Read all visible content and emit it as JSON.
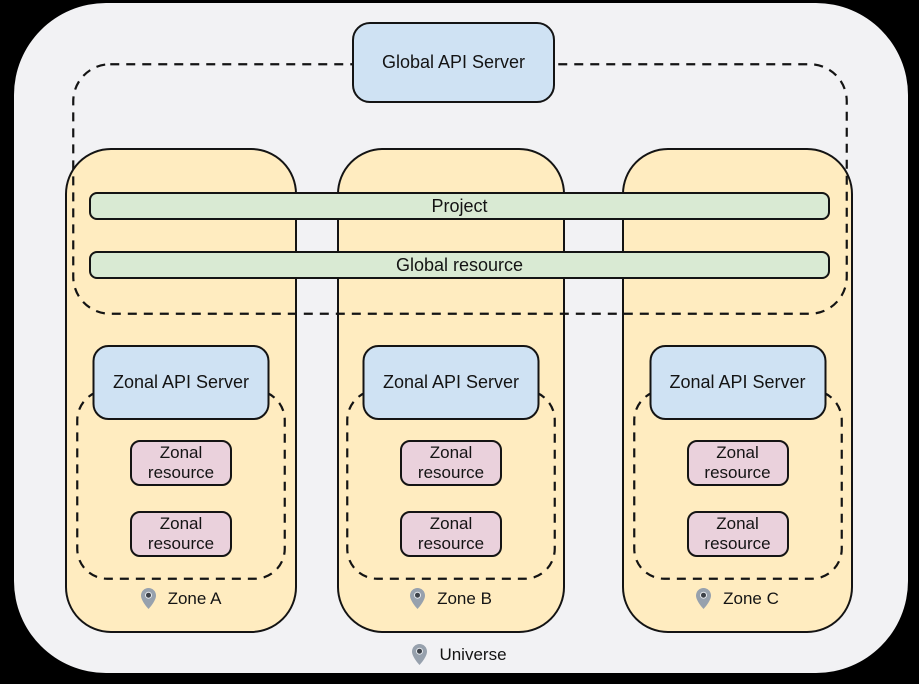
{
  "diagram": {
    "global_api_server_label": "Global API Server",
    "project_label": "Project",
    "global_resource_label": "Global resource",
    "universe_label": "Universe",
    "zones": [
      {
        "label": "Zone A",
        "api_server_label": "Zonal API Server",
        "resources": [
          "Zonal resource",
          "Zonal resource"
        ]
      },
      {
        "label": "Zone B",
        "api_server_label": "Zonal API Server",
        "resources": [
          "Zonal resource",
          "Zonal resource"
        ]
      },
      {
        "label": "Zone C",
        "api_server_label": "Zonal API Server",
        "resources": [
          "Zonal resource",
          "Zonal resource"
        ]
      }
    ],
    "icons": {
      "zone_marker": "location-pin-icon",
      "universe_marker": "location-pin-icon"
    },
    "colors": {
      "page_background": "#000000",
      "canvas_fill": "#f2f2f4",
      "zone_fill": "#ffecc0",
      "api_server_fill": "#cfe2f3",
      "shared_bar_fill": "#d9ead3",
      "resource_fill": "#ead1dc",
      "outline": "#141414",
      "pin_fill": "#97a1ad",
      "pin_dot": "#3c4148"
    }
  }
}
